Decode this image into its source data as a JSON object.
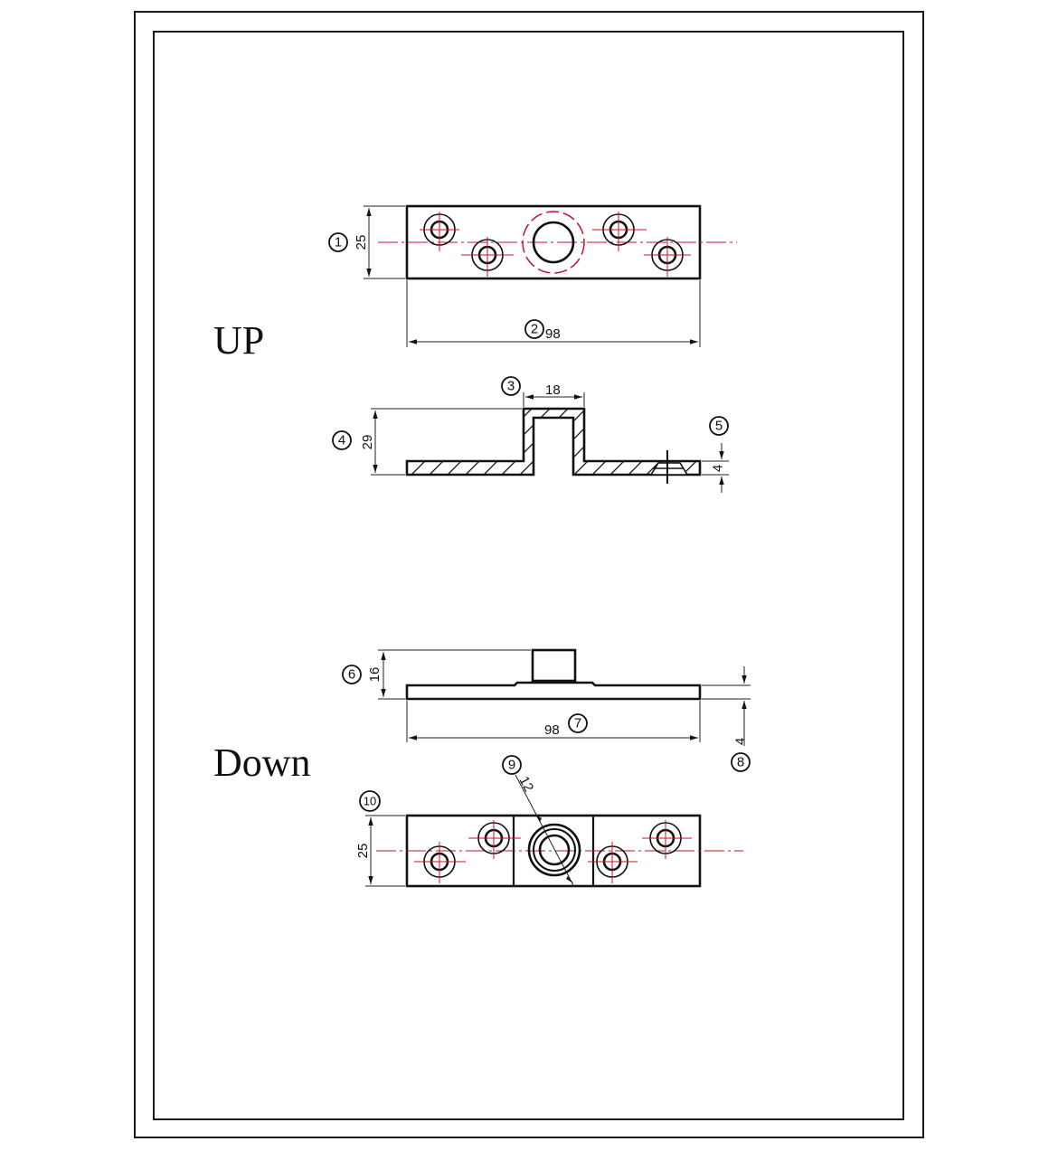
{
  "drawing": {
    "views": {
      "up": {
        "label": "UP"
      },
      "down": {
        "label": "Down"
      }
    },
    "dimensions": {
      "up_top_height": "25",
      "up_top_width": "98",
      "up_boss_width": "18",
      "up_section_height": "29",
      "up_plate_thickness": "4",
      "down_side_height": "16",
      "down_side_width": "98",
      "down_plate_thickness": "4",
      "down_hole_diameter": "12",
      "down_top_height": "25"
    },
    "balloons": [
      "1",
      "2",
      "3",
      "4",
      "5",
      "6",
      "7",
      "8",
      "9",
      "10"
    ],
    "colors": {
      "outline": "#111111",
      "centerline": "#c8102e"
    }
  }
}
